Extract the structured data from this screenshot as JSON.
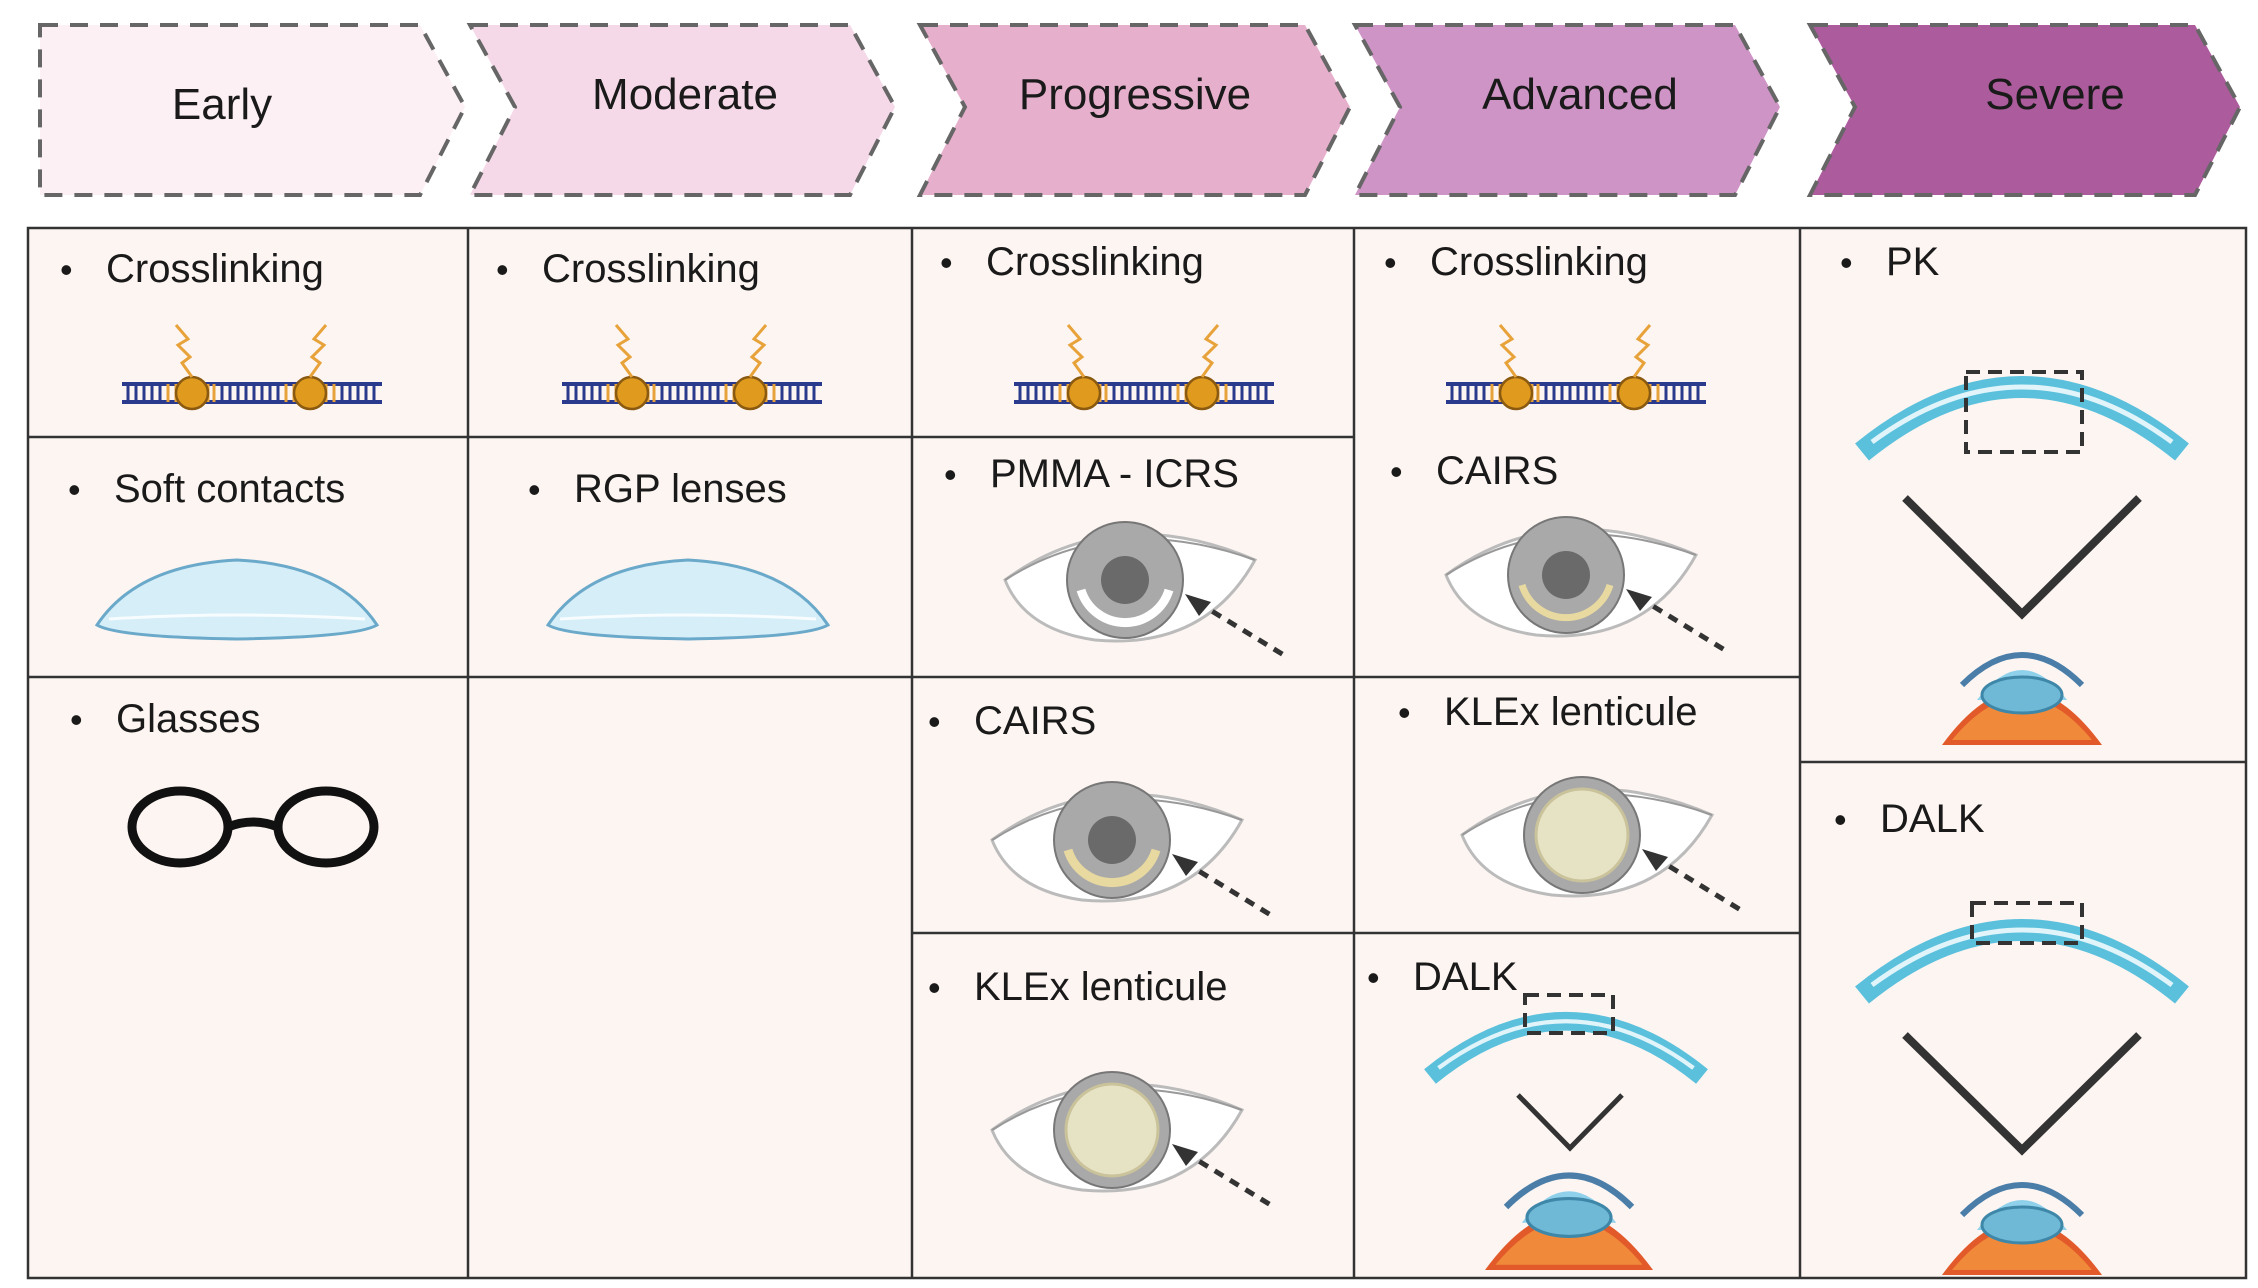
{
  "stages": [
    {
      "label": "Early",
      "fill": "#fdf0f5"
    },
    {
      "label": "Moderate",
      "fill": "#f6d9e8"
    },
    {
      "label": "Progressive",
      "fill": "#e6b0cc"
    },
    {
      "label": "Advanced",
      "fill": "#ce94c5"
    },
    {
      "label": "Severe",
      "fill": "#ac5c9c"
    }
  ],
  "cells": {
    "early_crosslinking": "Crosslinking",
    "early_soft_contacts": "Soft contacts",
    "early_glasses": "Glasses",
    "moderate_crosslinking": "Crosslinking",
    "moderate_rgp": "RGP lenses",
    "progressive_crosslinking": "Crosslinking",
    "progressive_pmma": "PMMA - ICRS",
    "progressive_cairs": "CAIRS",
    "progressive_klex": "KLEx lenticule",
    "advanced_crosslinking": "Crosslinking",
    "advanced_cairs": "CAIRS",
    "advanced_klex": "KLEx lenticule",
    "advanced_dalk": "DALK",
    "severe_pk": "PK",
    "severe_dalk": "DALK"
  },
  "colors": {
    "cell_bg": "#fdf5f2",
    "grid_line": "#333333",
    "dna_blue": "#2a3a8c",
    "dna_orange": "#e8a23a",
    "cornea_blue": "#5bc0dc"
  }
}
